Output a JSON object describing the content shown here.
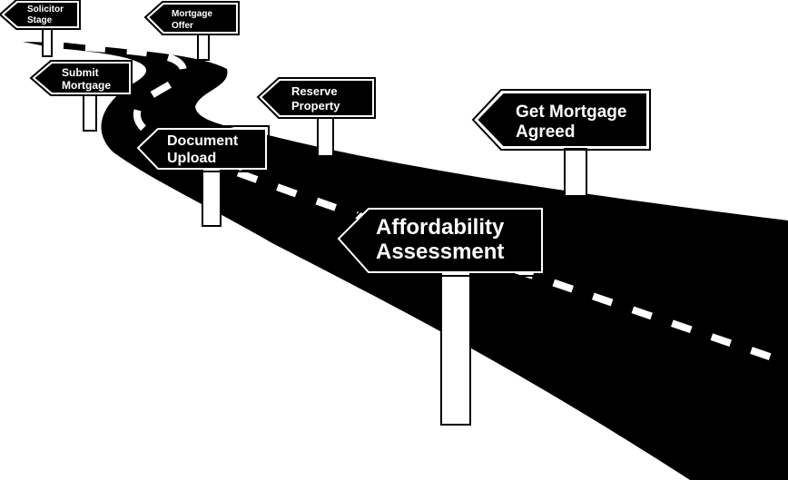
{
  "colors": {
    "road": "#000000",
    "dash": "#ffffff",
    "sign_fill": "#000000",
    "sign_border": "#ffffff",
    "post_fill": "#ffffff",
    "post_stroke": "#000000",
    "background": "#ffffff"
  },
  "signs": {
    "solicitor": {
      "line1": "Solicitor",
      "line2": "Stage"
    },
    "mortgage_offer": {
      "line1": "Mortgage",
      "line2": "Offer"
    },
    "submit": {
      "line1": "Submit",
      "line2": "Mortgage"
    },
    "reserve": {
      "line1": "Reserve",
      "line2": "Property"
    },
    "get_agreed": {
      "line1": "Get Mortgage",
      "line2": "Agreed"
    },
    "document": {
      "line1": "Document",
      "line2": "Upload"
    },
    "affordability": {
      "line1": "Affordability",
      "line2": "Assessment"
    }
  }
}
